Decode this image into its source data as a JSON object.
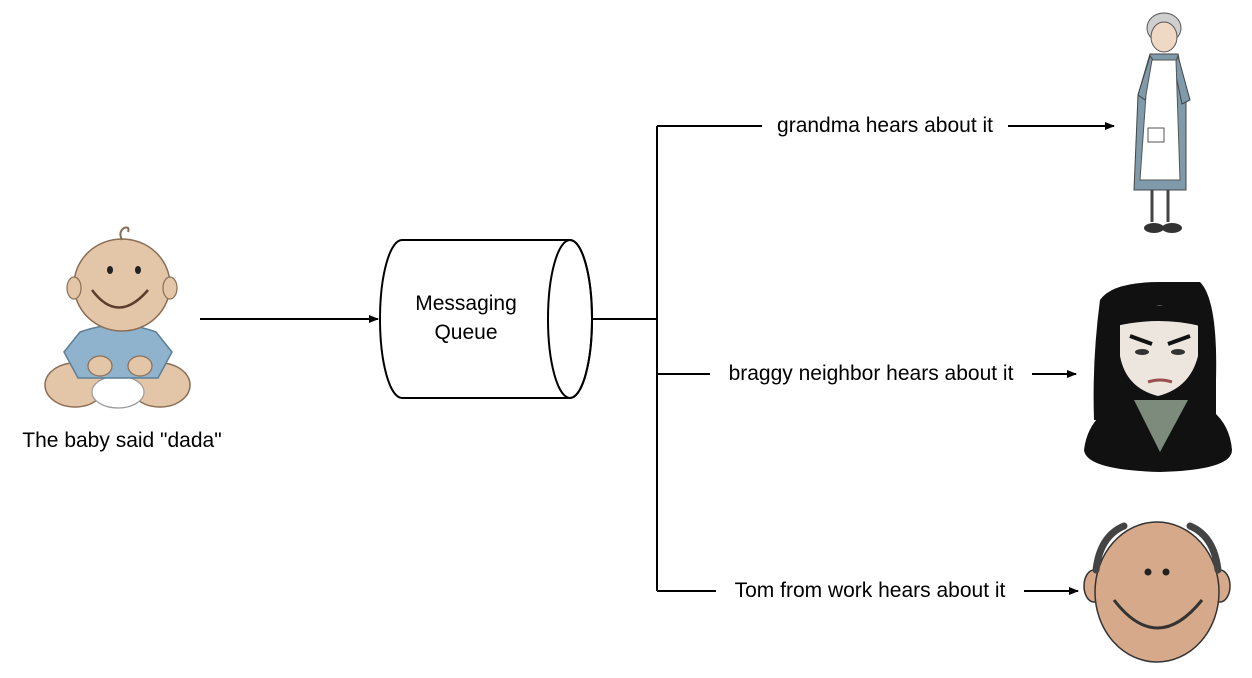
{
  "source": {
    "caption": "The baby said \"dada\"",
    "icon": "baby-icon"
  },
  "queue": {
    "line1": "Messaging",
    "line2": "Queue",
    "icon": "cylinder-shape"
  },
  "subscribers": [
    {
      "label": "grandma hears about it",
      "icon": "grandma-icon"
    },
    {
      "label": "braggy neighbor hears about it",
      "icon": "woman-icon"
    },
    {
      "label": "Tom from work hears about it",
      "icon": "bald-man-icon"
    }
  ],
  "colors": {
    "line": "#000000",
    "baby_skin": "#e3c5a8",
    "baby_shirt": "#8fb3cc",
    "grandma_dress": "#7f9aab",
    "man_skin": "#d6a98a",
    "woman_hair": "#111111",
    "woman_shirt": "#7c8b7c"
  }
}
